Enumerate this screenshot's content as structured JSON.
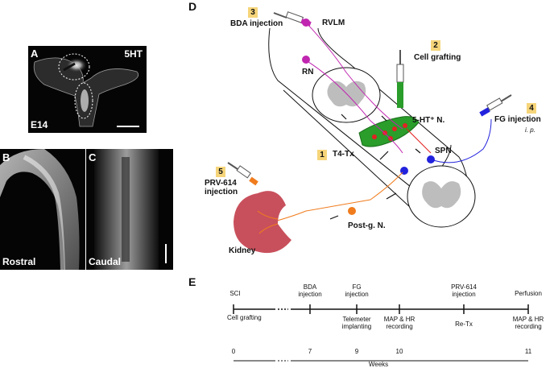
{
  "panels": {
    "A": {
      "letter": "A",
      "stain": "5HT",
      "age": "E14"
    },
    "B": {
      "letter": "B",
      "label": "Rostral"
    },
    "C": {
      "letter": "C",
      "label": "Caudal"
    },
    "D": {
      "letter": "D"
    },
    "E": {
      "letter": "E"
    }
  },
  "diagram": {
    "steps": [
      {
        "num": "1",
        "text": "T4-Tx"
      },
      {
        "num": "2",
        "text": "Cell grafting"
      },
      {
        "num": "3",
        "text": "BDA injection"
      },
      {
        "num": "4",
        "text": "FG injection",
        "sub": "i. p."
      },
      {
        "num": "5",
        "text": "PRV-614 injection"
      }
    ],
    "labels": {
      "rvlm": "RVLM",
      "rn": "RN",
      "ht_neurons": "5-HT⁺ N.",
      "spn": "SPN",
      "postg": "Post-g. N.",
      "kidney": "Kidney"
    },
    "colors": {
      "graft": "#2a9d2a",
      "bda": "#c026b0",
      "fg": "#2222dd",
      "prv": "#f07c1e",
      "kidney": "#c8505c"
    }
  },
  "timeline": {
    "top_labels": [
      "SCI",
      "BDA\ninjection",
      "FG\ninjection",
      "PRV-614\ninjection",
      "Perfusion"
    ],
    "bottom_labels": [
      "Cell grafting",
      "Telemeter\nimplanting",
      "MAP & HR\nrecording",
      "Re-Tx",
      "MAP & HR\nrecording"
    ],
    "week_ticks": [
      "0",
      "7",
      "9",
      "10",
      "11"
    ],
    "axis_label": "Weeks"
  }
}
